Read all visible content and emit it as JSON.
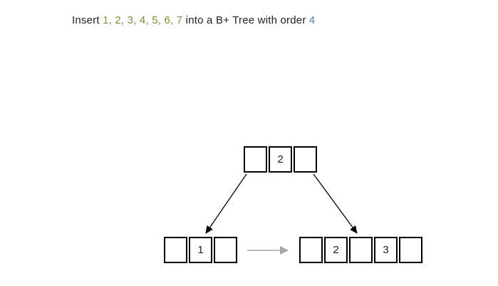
{
  "title": {
    "prefix": "Insert ",
    "insert_numbers": "1, 2, 3, 4, 5, 6, 7",
    "middle": " into a B+ Tree with order ",
    "order_value": "4"
  },
  "colors": {
    "body_text": "#1f1f1f",
    "insert_numbers": "#76923c",
    "order_value": "#4f81bd",
    "node_border": "#000000",
    "tree_edge": "#000000",
    "leaf_link_arrow": "#a6a6a6"
  },
  "tree": {
    "root": {
      "cells": [
        "",
        "2",
        ""
      ]
    },
    "left_leaf": {
      "cells": [
        "",
        "1",
        ""
      ]
    },
    "right_leaf": {
      "cells": [
        "",
        "2",
        "",
        "3",
        ""
      ]
    }
  }
}
